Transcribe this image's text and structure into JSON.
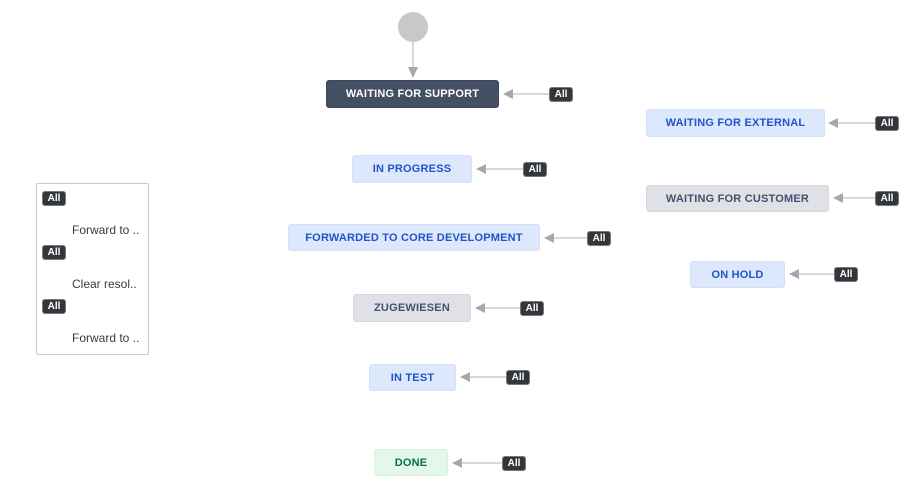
{
  "diagram": {
    "transition_label": "All",
    "statuses": [
      {
        "label": "WAITING FOR SUPPORT",
        "category": "dark",
        "bg": "#434F63",
        "text_color": "#FFFFFF"
      },
      {
        "label": "WAITING FOR EXTERNAL",
        "category": "blue",
        "bg": "#DEE8FC",
        "text_color": "#2053CC"
      },
      {
        "label": "IN PROGRESS",
        "category": "blue",
        "bg": "#DEE8FC",
        "text_color": "#2053CC"
      },
      {
        "label": "WAITING FOR CUSTOMER",
        "category": "gray",
        "bg": "#DFE1E6",
        "text_color": "#42526E"
      },
      {
        "label": "FORWARDED TO CORE DEVELOPMENT",
        "category": "blue",
        "bg": "#DEE8FC",
        "text_color": "#2053CC"
      },
      {
        "label": "ON HOLD",
        "category": "blue",
        "bg": "#DEE8FC",
        "text_color": "#2053CC"
      },
      {
        "label": "ZUGEWIESEN",
        "category": "gray",
        "bg": "#DFE1E6",
        "text_color": "#42526E"
      },
      {
        "label": "IN TEST",
        "category": "blue",
        "bg": "#DEE8FC",
        "text_color": "#2053CC"
      },
      {
        "label": "DONE",
        "category": "green",
        "bg": "#E3F7EA",
        "text_color": "#0B6E4F"
      }
    ],
    "global_transitions": {
      "items": [
        {
          "badge": "All",
          "label": "Forward to .."
        },
        {
          "badge": "All",
          "label": "Clear resol.."
        },
        {
          "badge": "All",
          "label": "Forward to .."
        }
      ]
    },
    "colors": {
      "connector_line": "#C9CCD1",
      "arrowhead": "#A5A8AD",
      "badge_bg": "#33363A",
      "badge_text": "#FFFFFF",
      "start_node_fill": "#C6C8CA",
      "panel_border": "#C8C8C8"
    }
  }
}
